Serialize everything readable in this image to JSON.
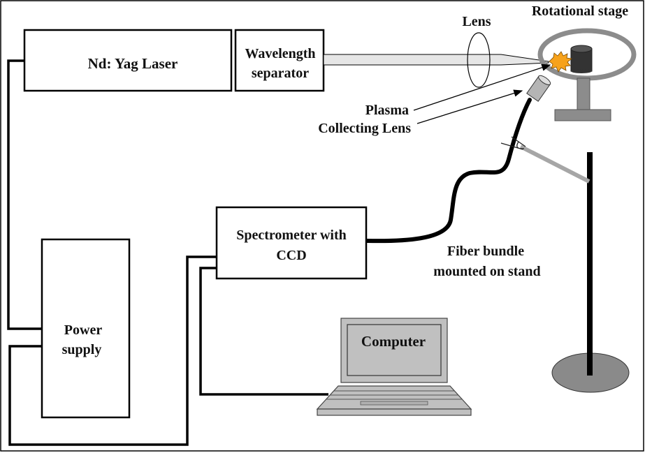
{
  "diagram": {
    "title": "LIBS experimental setup",
    "components": {
      "laser": "Nd: Yag Laser",
      "separator_line1": "Wavelength",
      "separator_line2": "separator",
      "lens": "Lens",
      "stage": "Rotational stage",
      "plasma": "Plasma",
      "collecting_lens": "Collecting Lens",
      "spectrometer_line1": "Spectrometer with",
      "spectrometer_line2": "CCD",
      "fiber_line1": "Fiber bundle",
      "fiber_line2": "mounted on stand",
      "power_line1": "Power",
      "power_line2": "supply",
      "computer": "Computer"
    },
    "colors": {
      "line": "#000000",
      "beam": "#e6e6e6",
      "stage_gray": "#8c8c8c",
      "sample": "#333333",
      "spark": "#f7a21b",
      "laptop": "#c0c0c0",
      "stand_base": "#8a8a8a",
      "arm": "#a6a6a6"
    }
  }
}
